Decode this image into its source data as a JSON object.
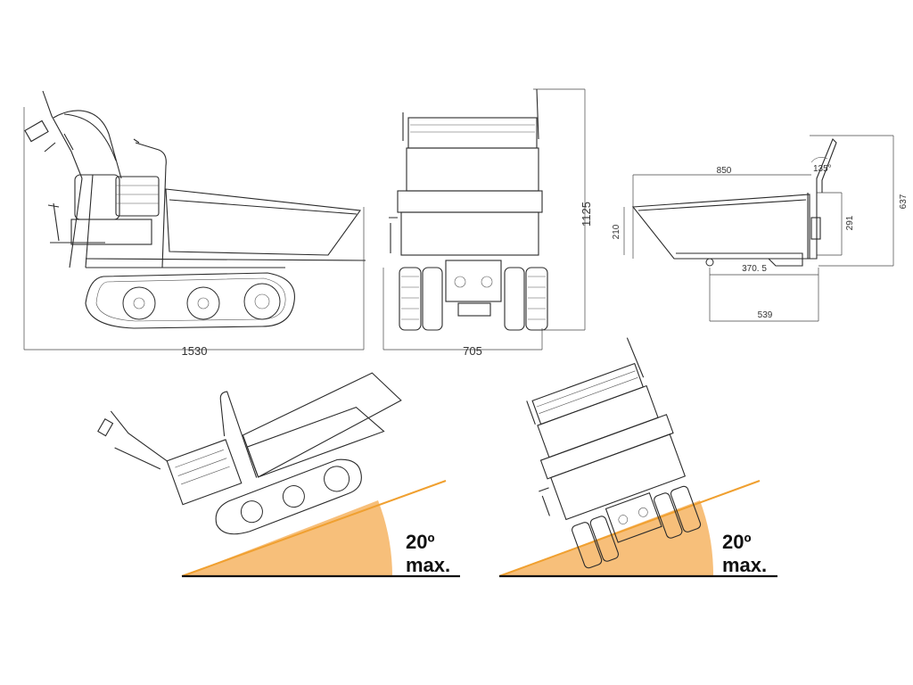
{
  "colors": {
    "slope_fill": "#F7BF7A",
    "slope_line": "#F0A030",
    "line": "#2b2b2b",
    "ground": "#111111"
  },
  "side_view": {
    "dim_length": "1530"
  },
  "front_view": {
    "dim_width": "705",
    "dim_height": "1125"
  },
  "bucket_view": {
    "dim_bucket_length": "850",
    "dim_front_height": "210",
    "dim_rear_height": "291",
    "dim_total_height": "637",
    "dim_base_length": "370. 5",
    "dim_rear_base": "539",
    "angle_label": "135°"
  },
  "slope_side": {
    "angle": "20º",
    "qualifier": "max."
  },
  "slope_front": {
    "angle": "20º",
    "qualifier": "max."
  }
}
